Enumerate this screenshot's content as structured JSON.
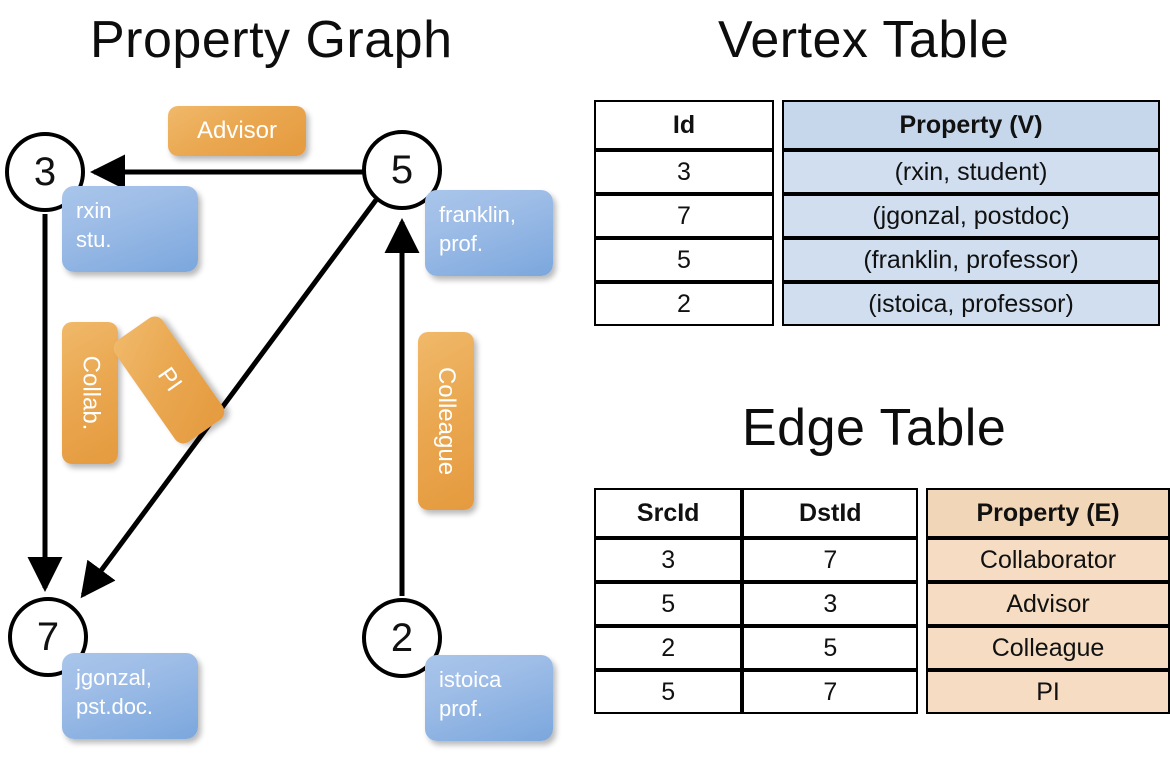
{
  "titles": {
    "property_graph": "Property Graph",
    "vertex_table": "Vertex Table",
    "edge_table": "Edge Table"
  },
  "graph": {
    "nodes": [
      {
        "id": "3",
        "label": "3",
        "property_lines": [
          "rxin",
          "stu."
        ]
      },
      {
        "id": "5",
        "label": "5",
        "property_lines": [
          "franklin,",
          "prof."
        ]
      },
      {
        "id": "7",
        "label": "7",
        "property_lines": [
          "jgonzal,",
          "pst.doc."
        ]
      },
      {
        "id": "2",
        "label": "2",
        "property_lines": [
          "istoica",
          "prof."
        ]
      }
    ],
    "edge_labels": [
      {
        "name": "advisor",
        "text": "Advisor",
        "orientation": "horizontal"
      },
      {
        "name": "collab",
        "text": "Collab.",
        "orientation": "vertical"
      },
      {
        "name": "pi",
        "text": "PI",
        "orientation": "diagonal"
      },
      {
        "name": "colleague",
        "text": "Colleague",
        "orientation": "vertical"
      }
    ],
    "edges": [
      {
        "src": "5",
        "dst": "3",
        "label": "Advisor"
      },
      {
        "src": "3",
        "dst": "7",
        "label": "Collab."
      },
      {
        "src": "5",
        "dst": "7",
        "label": "PI"
      },
      {
        "src": "2",
        "dst": "5",
        "label": "Colleague"
      }
    ]
  },
  "colors": {
    "vertex_property_fill": "#d0deef",
    "edge_property_fill": "#f5dcc2",
    "node_box_blue": "#7ba7dd",
    "edge_label_orange": "#eaa851",
    "border": "#000000"
  },
  "vertex_table": {
    "headers": [
      "Id",
      "Property (V)"
    ],
    "rows": [
      {
        "id": "3",
        "property": "(rxin, student)"
      },
      {
        "id": "7",
        "property": "(jgonzal, postdoc)"
      },
      {
        "id": "5",
        "property": "(franklin, professor)"
      },
      {
        "id": "2",
        "property": "(istoica, professor)"
      }
    ]
  },
  "edge_table": {
    "headers": [
      "SrcId",
      "DstId",
      "Property (E)"
    ],
    "rows": [
      {
        "src": "3",
        "dst": "7",
        "property": "Collaborator"
      },
      {
        "src": "5",
        "dst": "3",
        "property": "Advisor"
      },
      {
        "src": "2",
        "dst": "5",
        "property": "Colleague"
      },
      {
        "src": "5",
        "dst": "7",
        "property": "PI"
      }
    ]
  }
}
